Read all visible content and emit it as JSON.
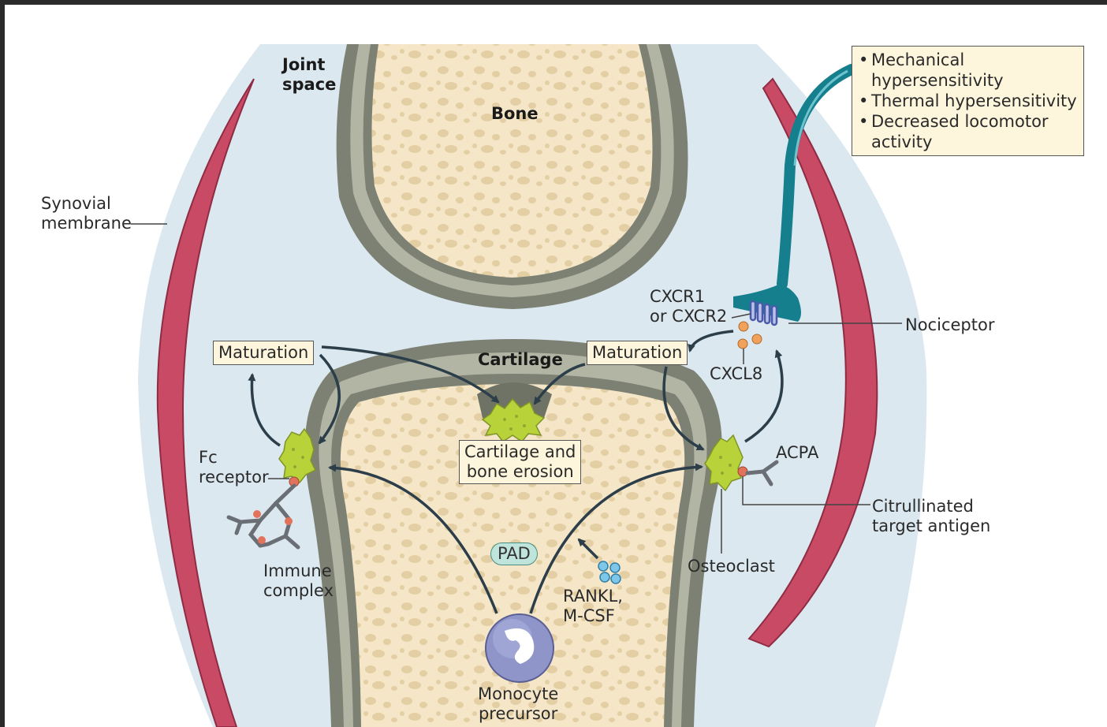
{
  "labels": {
    "joint_space": [
      "Joint",
      "space"
    ],
    "bone": "Bone",
    "cartilage": "Cartilage",
    "synovial_membrane": [
      "Synovial",
      "membrane"
    ],
    "maturation_left": "Maturation",
    "maturation_right": "Maturation",
    "cartilage_bone_erosion": [
      "Cartilage and",
      "bone erosion"
    ],
    "fc_receptor": [
      "Fc",
      "receptor"
    ],
    "immune_complex": [
      "Immune",
      "complex"
    ],
    "pad": "PAD",
    "rankl_mcsf": [
      "RANKL,",
      "M-CSF"
    ],
    "monocyte_precursor": [
      "Monocyte",
      "precursor"
    ],
    "osteoclast": "Osteoclast",
    "acpa": "ACPA",
    "citrullinated_target_antigen": [
      "Citrullinated",
      "target antigen"
    ],
    "cxcr": [
      "CXCR1",
      "or CXCR2"
    ],
    "cxcl8": "CXCL8",
    "nociceptor": "Nociceptor"
  },
  "effects": [
    "Mechanical",
    "hypersensitivity",
    "Thermal hypersensitivity",
    "Decreased locomotor",
    "activity"
  ],
  "bullet": "•",
  "colors": {
    "joint_fluid": "#dbe8f0",
    "bone_marrow": "#f5e6c8",
    "bone_spots": "#e4cfa4",
    "cartilage": "#b3b5a4",
    "cortex": "#7d8174",
    "synovium": "#c94a64",
    "nociceptor": "#157f8e",
    "osteoclast": "#b8d23a",
    "monocyte": "#8f95c9",
    "arrow": "#2c3e4a"
  }
}
